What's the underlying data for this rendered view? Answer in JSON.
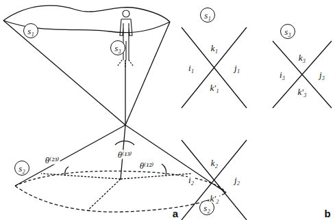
{
  "diagram": {
    "nodes": [
      {
        "text": [
          "s₁"
        ]
      },
      {
        "text": [
          "s₃"
        ]
      },
      {
        "text": [
          "s₁"
        ]
      },
      {
        "text": [
          "s₃"
        ]
      },
      {
        "text": [
          "s₂"
        ]
      },
      {
        "text": [
          "s₂"
        ]
      }
    ],
    "labels": [
      "a",
      "b",
      "θ⁽²³⁾",
      "θ⁽¹³⁾",
      "θ⁽¹²⁾",
      "k₁",
      "i₁",
      "j₁",
      "k′₁",
      "k₂",
      "i₂",
      "j₂",
      "k′₂",
      "k₃",
      "i₃",
      "j₃",
      "k′₃"
    ]
  }
}
